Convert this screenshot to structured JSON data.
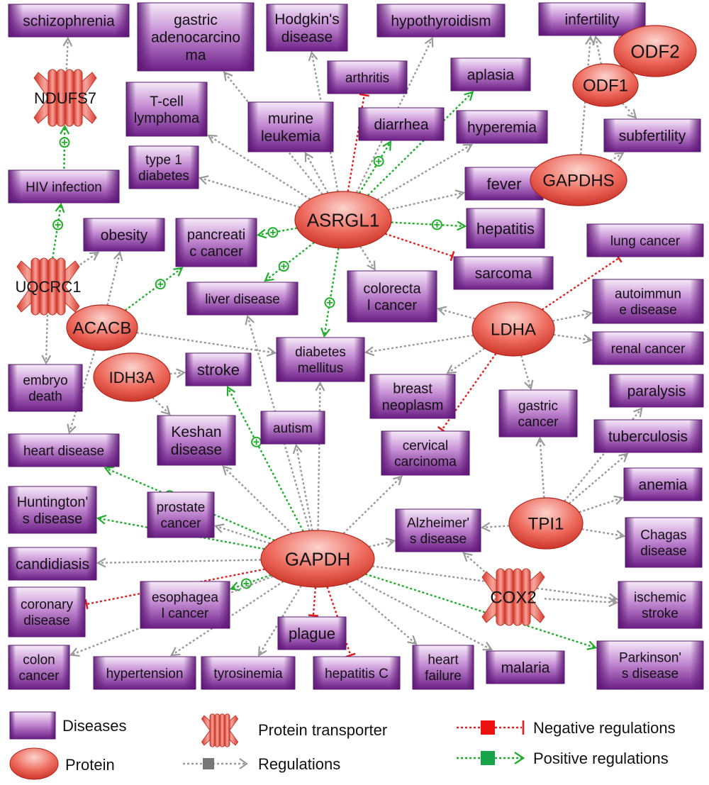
{
  "legend": {
    "diseases": "Diseases",
    "protein": "Protein",
    "protein_transporter": "Protein transporter",
    "regulations": "Regulations",
    "negative_regulations": "Negative regulations",
    "positive_regulations": "Positive regulations"
  },
  "colors": {
    "disease_top": "#f4e6f7",
    "disease_mid": "#b06ac4",
    "disease_dark": "#7a2c93",
    "protein_light": "#f8b9b2",
    "protein_dark": "#d9392e",
    "edge_gray": "#999999",
    "edge_green": "#1fae2a",
    "edge_red": "#e02020"
  },
  "diseases": [
    {
      "id": "schizophrenia",
      "lines": [
        "schizophrenia"
      ]
    },
    {
      "id": "gastric_adeno",
      "lines": [
        "gastric",
        "adenocarcino",
        "ma"
      ]
    },
    {
      "id": "hodgkins",
      "lines": [
        "Hodgkin's",
        "disease"
      ]
    },
    {
      "id": "hypothyroidism",
      "lines": [
        "hypothyroidism"
      ]
    },
    {
      "id": "infertility",
      "lines": [
        "infertility"
      ]
    },
    {
      "id": "arthritis",
      "lines": [
        "arthritis"
      ]
    },
    {
      "id": "aplasia",
      "lines": [
        "aplasia"
      ]
    },
    {
      "id": "tcell",
      "lines": [
        "T-cell",
        "lymphoma"
      ]
    },
    {
      "id": "murine",
      "lines": [
        "murine",
        "leukemia"
      ]
    },
    {
      "id": "diarrhea",
      "lines": [
        "diarrhea"
      ]
    },
    {
      "id": "hyperemia",
      "lines": [
        "hyperemia"
      ]
    },
    {
      "id": "subfertility",
      "lines": [
        "subfertility"
      ]
    },
    {
      "id": "type1",
      "lines": [
        "type 1",
        "diabetes"
      ]
    },
    {
      "id": "hiv",
      "lines": [
        "HIV infection"
      ]
    },
    {
      "id": "fever",
      "lines": [
        "fever"
      ]
    },
    {
      "id": "obesity",
      "lines": [
        "obesity"
      ]
    },
    {
      "id": "pancreatic",
      "lines": [
        "pancreati",
        "c cancer"
      ]
    },
    {
      "id": "hepatitis",
      "lines": [
        "hepatitis"
      ]
    },
    {
      "id": "lung",
      "lines": [
        "lung cancer"
      ]
    },
    {
      "id": "sarcoma",
      "lines": [
        "sarcoma"
      ]
    },
    {
      "id": "liver",
      "lines": [
        "liver disease"
      ]
    },
    {
      "id": "colorectal",
      "lines": [
        "colorecta",
        "l cancer"
      ]
    },
    {
      "id": "autoimmune",
      "lines": [
        "autoimmun",
        "e disease"
      ]
    },
    {
      "id": "diabetes",
      "lines": [
        "diabetes",
        "mellitus"
      ]
    },
    {
      "id": "renal",
      "lines": [
        "renal cancer"
      ]
    },
    {
      "id": "embryo",
      "lines": [
        "embryo",
        "death"
      ]
    },
    {
      "id": "stroke",
      "lines": [
        "stroke"
      ]
    },
    {
      "id": "breast",
      "lines": [
        "breast",
        "neoplasm"
      ]
    },
    {
      "id": "paralysis",
      "lines": [
        "paralysis"
      ]
    },
    {
      "id": "gastric_cancer",
      "lines": [
        "gastric",
        "cancer"
      ]
    },
    {
      "id": "keshan",
      "lines": [
        "Keshan",
        "disease"
      ]
    },
    {
      "id": "autism",
      "lines": [
        "autism"
      ]
    },
    {
      "id": "heart_disease",
      "lines": [
        "heart disease"
      ]
    },
    {
      "id": "cervical",
      "lines": [
        "cervical",
        "carcinoma"
      ]
    },
    {
      "id": "tuberculosis",
      "lines": [
        "tuberculosis"
      ]
    },
    {
      "id": "anemia",
      "lines": [
        "anemia"
      ]
    },
    {
      "id": "huntingtons",
      "lines": [
        "Huntington'",
        "s disease"
      ]
    },
    {
      "id": "prostate",
      "lines": [
        "prostate",
        "cancer"
      ]
    },
    {
      "id": "alzheimers",
      "lines": [
        "Alzheimer'",
        "s disease"
      ]
    },
    {
      "id": "chagas",
      "lines": [
        "Chagas",
        "disease"
      ]
    },
    {
      "id": "candidiasis",
      "lines": [
        "candidiasis"
      ]
    },
    {
      "id": "coronary",
      "lines": [
        "coronary",
        "disease"
      ]
    },
    {
      "id": "esophageal",
      "lines": [
        "esophagea",
        "l cancer"
      ]
    },
    {
      "id": "ischemic",
      "lines": [
        "ischemic",
        "stroke"
      ]
    },
    {
      "id": "plague",
      "lines": [
        "plague"
      ]
    },
    {
      "id": "colon",
      "lines": [
        "colon",
        "cancer"
      ]
    },
    {
      "id": "hypertension",
      "lines": [
        "hypertension"
      ]
    },
    {
      "id": "tyrosinemia",
      "lines": [
        "tyrosinemia"
      ]
    },
    {
      "id": "hepatitisc",
      "lines": [
        "hepatitis C"
      ]
    },
    {
      "id": "heart_failure",
      "lines": [
        "heart",
        "failure"
      ]
    },
    {
      "id": "malaria",
      "lines": [
        "malaria"
      ]
    },
    {
      "id": "parkinsons",
      "lines": [
        "Parkinson'",
        "s disease"
      ]
    }
  ],
  "proteins": [
    {
      "id": "ODF2",
      "label": "ODF2"
    },
    {
      "id": "ODF1",
      "label": "ODF1"
    },
    {
      "id": "GAPDHS",
      "label": "GAPDHS"
    },
    {
      "id": "ASRGL1",
      "label": "ASRGL1"
    },
    {
      "id": "ACACB",
      "label": "ACACB"
    },
    {
      "id": "LDHA",
      "label": "LDHA"
    },
    {
      "id": "IDH3A",
      "label": "IDH3A"
    },
    {
      "id": "TPI1",
      "label": "TPI1"
    },
    {
      "id": "GAPDH",
      "label": "GAPDH"
    }
  ],
  "transporters": [
    {
      "id": "NDUFS7",
      "label": "NDUFS7"
    },
    {
      "id": "UQCRC1",
      "label": "UQCRC1"
    },
    {
      "id": "COX2",
      "label": "COX2"
    }
  ],
  "edges": [
    {
      "from": "NDUFS7",
      "to": "schizophrenia",
      "type": "regulation"
    },
    {
      "from": "hiv",
      "to": "NDUFS7",
      "type": "positive"
    },
    {
      "from": "UQCRC1",
      "to": "hiv",
      "type": "positive"
    },
    {
      "from": "UQCRC1",
      "to": "obesity",
      "type": "regulation"
    },
    {
      "from": "UQCRC1",
      "to": "embryo",
      "type": "regulation"
    },
    {
      "from": "ACACB",
      "to": "obesity",
      "type": "regulation"
    },
    {
      "from": "ACACB",
      "to": "pancreatic",
      "type": "positive"
    },
    {
      "from": "ACACB",
      "to": "diabetes",
      "type": "regulation"
    },
    {
      "from": "ACACB",
      "to": "heart_disease",
      "type": "regulation"
    },
    {
      "from": "GAPDHS",
      "to": "infertility",
      "type": "regulation"
    },
    {
      "from": "GAPDHS",
      "to": "subfertility",
      "type": "regulation"
    },
    {
      "from": "ODF1",
      "to": "infertility",
      "type": "regulation"
    },
    {
      "from": "ODF1",
      "to": "subfertility",
      "type": "regulation"
    },
    {
      "from": "ODF2",
      "to": "infertility",
      "type": "regulation"
    },
    {
      "from": "ASRGL1",
      "to": "gastric_adeno",
      "type": "regulation"
    },
    {
      "from": "ASRGL1",
      "to": "hodgkins",
      "type": "regulation"
    },
    {
      "from": "ASRGL1",
      "to": "hypothyroidism",
      "type": "regulation"
    },
    {
      "from": "ASRGL1",
      "to": "arthritis",
      "type": "negative"
    },
    {
      "from": "ASRGL1",
      "to": "aplasia",
      "type": "positive"
    },
    {
      "from": "ASRGL1",
      "to": "tcell",
      "type": "regulation"
    },
    {
      "from": "ASRGL1",
      "to": "murine",
      "type": "regulation"
    },
    {
      "from": "ASRGL1",
      "to": "diarrhea",
      "type": "positive"
    },
    {
      "from": "ASRGL1",
      "to": "hyperemia",
      "type": "regulation"
    },
    {
      "from": "ASRGL1",
      "to": "type1",
      "type": "regulation"
    },
    {
      "from": "ASRGL1",
      "to": "fever",
      "type": "regulation"
    },
    {
      "from": "ASRGL1",
      "to": "hepatitis",
      "type": "positive"
    },
    {
      "from": "ASRGL1",
      "to": "sarcoma",
      "type": "negative"
    },
    {
      "from": "ASRGL1",
      "to": "pancreatic",
      "type": "positive"
    },
    {
      "from": "ASRGL1",
      "to": "liver",
      "type": "positive"
    },
    {
      "from": "ASRGL1",
      "to": "diabetes",
      "type": "positive"
    },
    {
      "from": "ASRGL1",
      "to": "colorectal",
      "type": "regulation"
    },
    {
      "from": "LDHA",
      "to": "lung",
      "type": "negative"
    },
    {
      "from": "LDHA",
      "to": "autoimmune",
      "type": "regulation"
    },
    {
      "from": "LDHA",
      "to": "renal",
      "type": "regulation"
    },
    {
      "from": "LDHA",
      "to": "colorectal",
      "type": "regulation"
    },
    {
      "from": "LDHA",
      "to": "diabetes",
      "type": "regulation"
    },
    {
      "from": "LDHA",
      "to": "breast",
      "type": "regulation"
    },
    {
      "from": "LDHA",
      "to": "gastric_cancer",
      "type": "regulation"
    },
    {
      "from": "LDHA",
      "to": "cervical",
      "type": "negative"
    },
    {
      "from": "IDH3A",
      "to": "stroke",
      "type": "regulation"
    },
    {
      "from": "IDH3A",
      "to": "keshan",
      "type": "regulation"
    },
    {
      "from": "TPI1",
      "to": "paralysis",
      "type": "regulation"
    },
    {
      "from": "TPI1",
      "to": "tuberculosis",
      "type": "regulation"
    },
    {
      "from": "TPI1",
      "to": "anemia",
      "type": "regulation"
    },
    {
      "from": "TPI1",
      "to": "chagas",
      "type": "regulation"
    },
    {
      "from": "TPI1",
      "to": "gastric_cancer",
      "type": "regulation"
    },
    {
      "from": "TPI1",
      "to": "alzheimers",
      "type": "regulation"
    },
    {
      "from": "GAPDH",
      "to": "stroke",
      "type": "positive"
    },
    {
      "from": "GAPDH",
      "to": "heart_disease",
      "type": "positive"
    },
    {
      "from": "GAPDH",
      "to": "huntingtons",
      "type": "positive"
    },
    {
      "from": "GAPDH",
      "to": "prostate",
      "type": "regulation"
    },
    {
      "from": "GAPDH",
      "to": "candidiasis",
      "type": "regulation"
    },
    {
      "from": "GAPDH",
      "to": "coronary",
      "type": "negative"
    },
    {
      "from": "GAPDH",
      "to": "esophageal",
      "type": "positive"
    },
    {
      "from": "GAPDH",
      "to": "plague",
      "type": "negative"
    },
    {
      "from": "GAPDH",
      "to": "hepatitisc",
      "type": "negative"
    },
    {
      "from": "GAPDH",
      "to": "hypertension",
      "type": "regulation"
    },
    {
      "from": "GAPDH",
      "to": "tyrosinemia",
      "type": "regulation"
    },
    {
      "from": "GAPDH",
      "to": "colon",
      "type": "regulation"
    },
    {
      "from": "GAPDH",
      "to": "heart_failure",
      "type": "regulation"
    },
    {
      "from": "GAPDH",
      "to": "malaria",
      "type": "regulation"
    },
    {
      "from": "GAPDH",
      "to": "parkinsons",
      "type": "positive"
    },
    {
      "from": "GAPDH",
      "to": "ischemic",
      "type": "regulation"
    },
    {
      "from": "GAPDH",
      "to": "alzheimers",
      "type": "regulation"
    },
    {
      "from": "GAPDH",
      "to": "cervical",
      "type": "regulation"
    },
    {
      "from": "GAPDH",
      "to": "autism",
      "type": "regulation"
    },
    {
      "from": "GAPDH",
      "to": "keshan",
      "type": "regulation"
    },
    {
      "from": "GAPDH",
      "to": "liver",
      "type": "regulation"
    },
    {
      "from": "GAPDH",
      "to": "diabetes",
      "type": "regulation"
    },
    {
      "from": "COX2",
      "to": "alzheimers",
      "type": "regulation"
    },
    {
      "from": "COX2",
      "to": "ischemic",
      "type": "regulation"
    }
  ]
}
